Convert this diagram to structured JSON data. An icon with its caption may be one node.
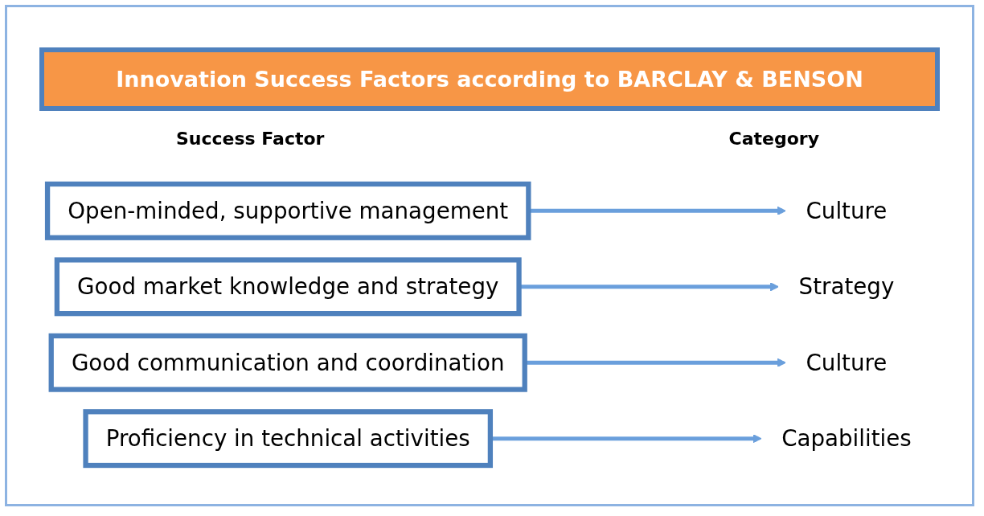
{
  "diagram": {
    "title": "Innovation Success Factors according to BARCLAY & BENSON",
    "nodes": [
      {
        "text": [
          "Open-minded, supportive management"
        ]
      },
      {
        "text": [
          "Culture"
        ]
      },
      {
        "text": [
          "Good market knowledge and strategy"
        ]
      },
      {
        "text": [
          "Strategy"
        ]
      },
      {
        "text": [
          "Good communication and coordination"
        ]
      },
      {
        "text": [
          "Culture"
        ]
      },
      {
        "text": [
          "Proficiency in technical activities"
        ]
      },
      {
        "text": [
          "Capabilities"
        ]
      }
    ],
    "edges": [
      {
        "from": 0,
        "to": 1,
        "arrow": "to"
      },
      {
        "from": 2,
        "to": 3,
        "arrow": "to"
      },
      {
        "from": 4,
        "to": 5,
        "arrow": "to"
      },
      {
        "from": 6,
        "to": 7,
        "arrow": "to"
      }
    ],
    "labels": [
      "Success Factor",
      "Category"
    ]
  }
}
